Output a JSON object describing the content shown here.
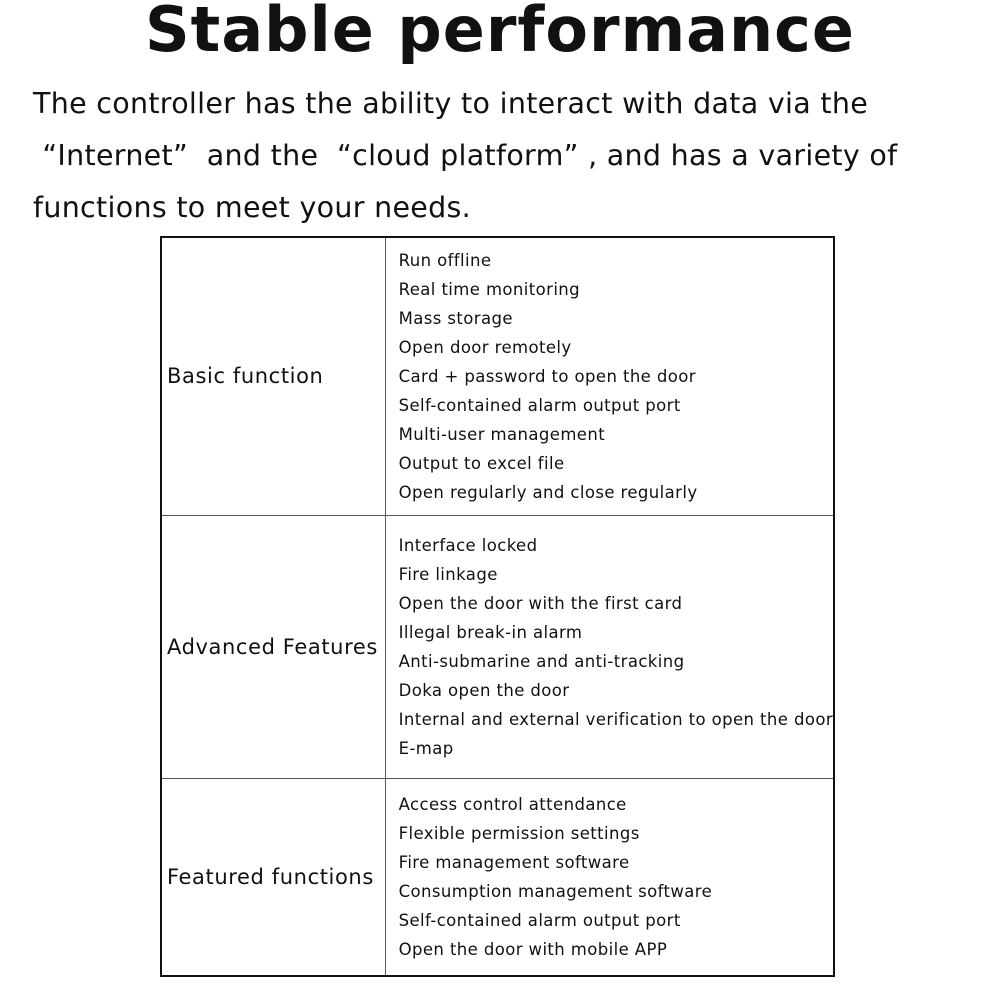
{
  "header": {
    "title": "Stable performance"
  },
  "intro": {
    "lines": [
      "The controller has the ability to interact with data via the",
      " “Internet”  and the  “cloud platform” , and has a variety of",
      "functions to meet your needs."
    ]
  },
  "table": {
    "rows": [
      {
        "category": "Basic function",
        "items": [
          "Run offline",
          "Real time monitoring",
          "Mass storage",
          "Open door remotely",
          "Card + password to open the door",
          "Self-contained alarm output port",
          "Multi-user management",
          "Output to excel file",
          "Open regularly and close regularly"
        ]
      },
      {
        "category": "Advanced Features",
        "items": [
          "Interface locked",
          "Fire linkage",
          "Open the door with the first card",
          "Illegal break-in alarm",
          "Anti-submarine and anti-tracking",
          "Doka open the door",
          "Internal and external verification to open the door",
          "E-map"
        ]
      },
      {
        "category": "Featured functions",
        "items": [
          "Access control attendance",
          "Flexible permission settings",
          "Fire management software",
          "Consumption management software",
          "Self-contained alarm output port",
          "Open the door with mobile APP"
        ]
      }
    ]
  }
}
